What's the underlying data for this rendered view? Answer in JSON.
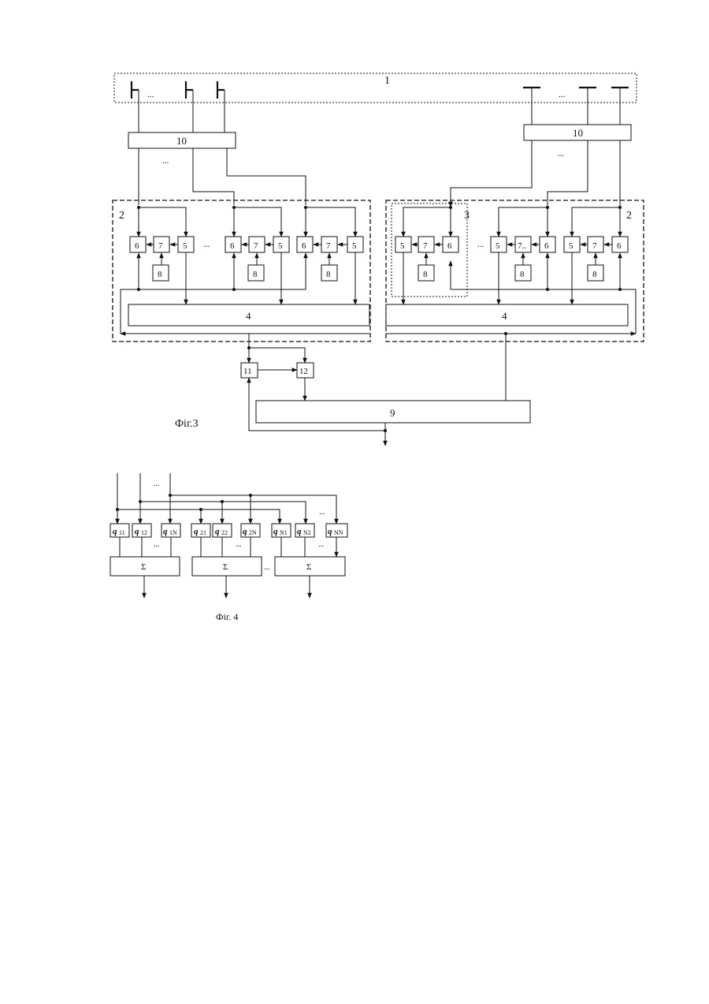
{
  "fig3": {
    "caption": "Фіг.3",
    "label_1": "1",
    "label_2": "2",
    "label_3": "3",
    "label_4": "4",
    "label_5": "5",
    "label_6": "6",
    "label_7": "7",
    "label_7_dots": "7..",
    "label_8": "8",
    "label_9": "9",
    "label_10": "10",
    "label_11": "11",
    "label_12": "12",
    "ellipsis": "..."
  },
  "fig4": {
    "caption": "Фіг. 4",
    "sum": "Σ",
    "ellipsis": "...",
    "q11": "q",
    "q11_sub": "11",
    "q12": "q",
    "q12_sub": "12",
    "q1N": "q",
    "q1N_sub": "1N",
    "q21": "q",
    "q21_sub": "21",
    "q22": "q",
    "q22_sub": "22",
    "q2N": "q",
    "q2N_sub": "2N",
    "qN1": "q",
    "qN1_sub": "N1",
    "qN2": "q",
    "qN2_sub": "N2",
    "qNN": "q",
    "qNN_sub": "NN"
  }
}
